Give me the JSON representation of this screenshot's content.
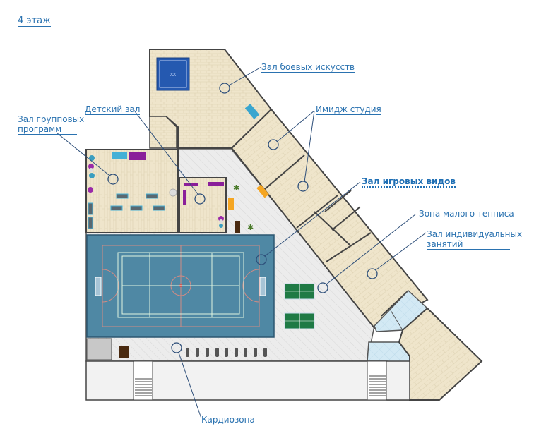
{
  "floor_title": "4 этаж",
  "labels": {
    "martial_arts": "Зал боевых искусств",
    "image_studio": "Имидж студия",
    "kids_hall": "Детский зал",
    "group_programs": [
      "Зал групповых",
      "программ"
    ],
    "game_sports": "Зал игровых видов",
    "table_tennis": "Зона малого тенниса",
    "individual": [
      "Зал индивидуальных",
      "занятий"
    ],
    "cardio": "Кардиозона"
  },
  "colors": {
    "link": "#2a72b0",
    "court": "#4f88a4",
    "wood": "#ede3c8",
    "lobby": "#e9e9e9",
    "pool": "#cfe6f2",
    "tennis_table": "#1f7a45"
  }
}
